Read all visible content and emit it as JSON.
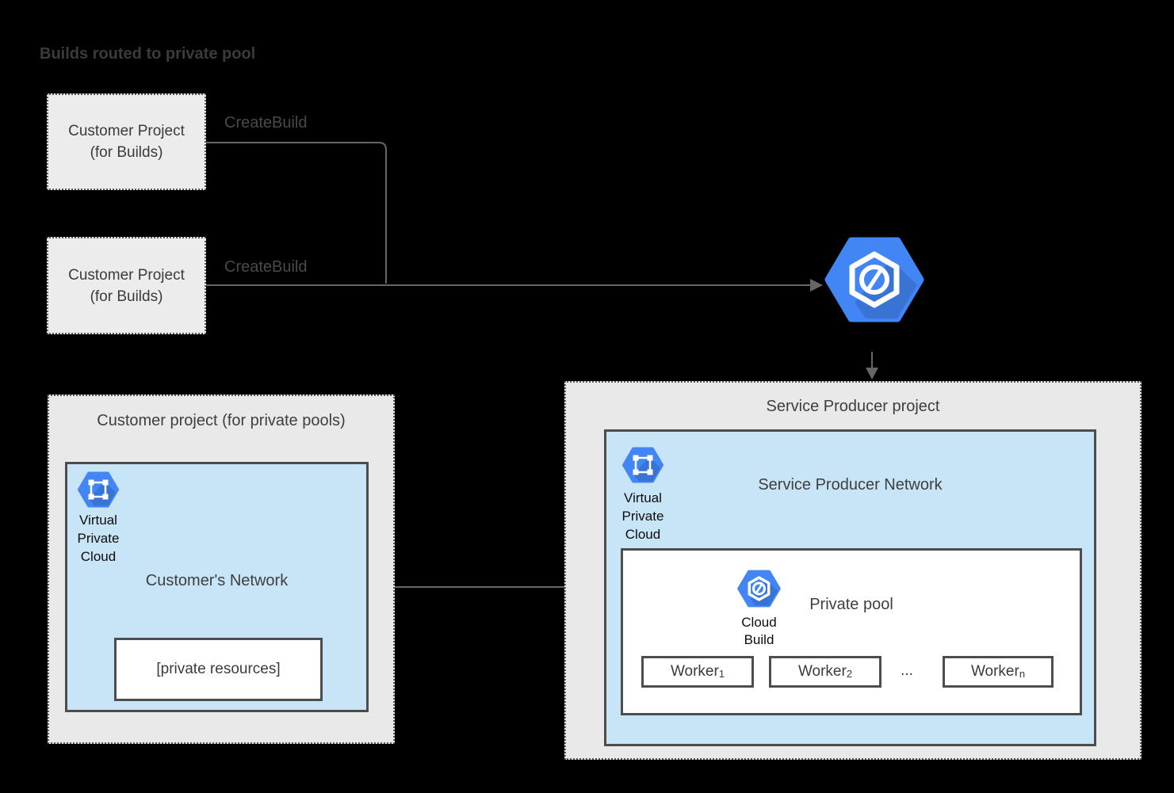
{
  "diagram_title": "Builds routed to private pool",
  "colors": {
    "background": "#000000",
    "container_fill": "#e9e9e9",
    "small_box_fill": "#ececec",
    "network_fill": "#c8e4f7",
    "white_box_fill": "#ffffff",
    "solid_border": "#4d4d4d",
    "dotted_border": "#595959",
    "connector_gray": "#666666",
    "icon_blue": "#4285f4",
    "text_dark": "#3b3b3b",
    "text_label": "#4a4a4a"
  },
  "customer_build_projects": [
    {
      "line1": "Customer Project",
      "line2": "(for Builds)",
      "edge_label": "CreateBuild"
    },
    {
      "line1": "Customer Project",
      "line2": "(for Builds)",
      "edge_label": "CreateBuild"
    }
  ],
  "icons": {
    "cloud_build": "cloud-build-icon",
    "virtual_private_cloud": "vpc-icon"
  },
  "customer_project": {
    "title": "Customer project (for private pools)",
    "network": {
      "title": "Customer's Network",
      "vpc_label": [
        "Virtual",
        "Private",
        "Cloud"
      ],
      "private_resources_label": "[private resources]"
    }
  },
  "service_producer": {
    "title": "Service Producer project",
    "network": {
      "title": "Service Producer Network",
      "vpc_label": [
        "Virtual",
        "Private",
        "Cloud"
      ],
      "private_pool": {
        "title": "Private pool",
        "cloud_build_label": [
          "Cloud",
          "Build"
        ],
        "workers": [
          {
            "base": "Worker",
            "sub": "1"
          },
          {
            "base": "Worker",
            "sub": "2"
          },
          {
            "base": "Worker",
            "sub": "n"
          }
        ],
        "ellipsis": "..."
      }
    }
  }
}
